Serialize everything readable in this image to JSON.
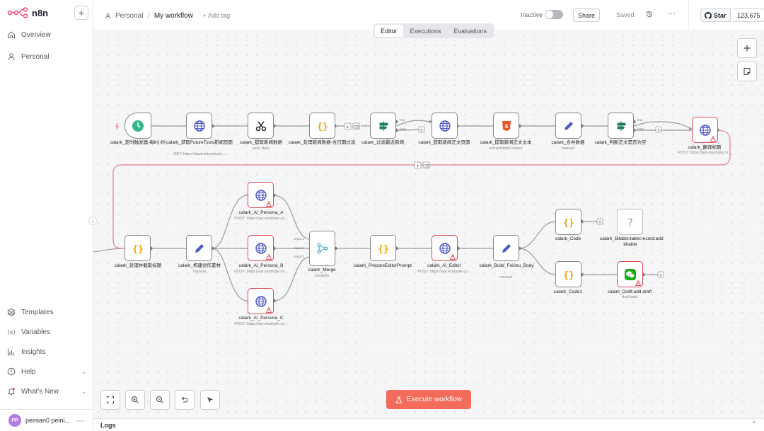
{
  "sidebar": {
    "brand": "n8n",
    "add_label": "+",
    "nav_top": [
      {
        "label": "Overview",
        "icon": "home-icon"
      },
      {
        "label": "Personal",
        "icon": "user-icon"
      }
    ],
    "nav_bottom": [
      {
        "label": "Templates",
        "icon": "templates-icon"
      },
      {
        "label": "Variables",
        "icon": "variables-icon"
      },
      {
        "label": "Insights",
        "icon": "insights-icon"
      },
      {
        "label": "Help",
        "icon": "help-icon"
      },
      {
        "label": "What's New",
        "icon": "bell-icon"
      }
    ],
    "user": {
      "initials": "PP",
      "name": "peinian0 peini...",
      "more": "···"
    }
  },
  "header": {
    "breadcrumb_project": "Personal",
    "breadcrumb_sep": "/",
    "workflow_name": "My workflow",
    "add_tag": "+ Add tag",
    "inactive_label": "Inactive",
    "share_label": "Share",
    "saved_label": "Saved",
    "more": "···",
    "github_star_label": "Star",
    "github_star_count": "123,675"
  },
  "tabs": [
    {
      "label": "Editor",
      "active": true
    },
    {
      "label": "Executions",
      "active": false
    },
    {
      "label": "Evaluations",
      "active": false
    }
  ],
  "nodes": [
    {
      "label": "calark_定时触发器-每8小时",
      "sub": "",
      "icon": "clock-icon"
    },
    {
      "label": "calark_获取FutureTools新闻页面",
      "sub": "GET: https://www.futuretools...",
      "icon": "globe-icon"
    },
    {
      "label": "calark_提取新闻数据",
      "sub": "json: data",
      "icon": "scissors-icon"
    },
    {
      "label": "calark_处理新闻数据-含日期过滤",
      "sub": "",
      "icon": "code-icon"
    },
    {
      "label": "calark_过滤最近新闻",
      "sub": "",
      "icon": "filter-icon"
    },
    {
      "label": "calark_获取新闻正文页面",
      "sub": "",
      "icon": "globe-icon"
    },
    {
      "label": "calark_提取新闻正文文本",
      "sub": "extractHtmlContent",
      "icon": "html-icon"
    },
    {
      "label": "calark_合并数据",
      "sub": "manual",
      "icon": "pen-icon"
    },
    {
      "label": "calark_判断正文是否为空",
      "sub": "",
      "icon": "filter-icon"
    },
    {
      "label": "calark_翻译标题",
      "sub": "POST: https://api.example.co...",
      "icon": "globe-icon"
    },
    {
      "label": "calark_处理并截取标题",
      "sub": "",
      "icon": "code-icon"
    },
    {
      "label": "calark_构建创作素材",
      "sub": "manual",
      "icon": "pen-icon"
    },
    {
      "label": "calark_AI_Persona_A",
      "sub": "POST: https://api.example.co...",
      "icon": "globe-icon"
    },
    {
      "label": "calark_AI_Persona_B",
      "sub": "POST: https://api.example.co...",
      "icon": "globe-icon"
    },
    {
      "label": "calark_AI_Persona_C",
      "sub": "POST: https://api.example.co...",
      "icon": "globe-icon"
    },
    {
      "label": "calark_Merge",
      "sub": "combine",
      "icon": "merge-icon"
    },
    {
      "label": "calark_PrepareEditorPrompt",
      "sub": "",
      "icon": "code-icon"
    },
    {
      "label": "calark_AI_Editor",
      "sub": "POST: https://api.example.co...",
      "icon": "globe-icon"
    },
    {
      "label": "calark_Build_Feishu_Body",
      "sub": "manual",
      "icon": "pen-icon"
    },
    {
      "label": "calark_Code",
      "sub": "",
      "icon": "code-icon"
    },
    {
      "label": "calark_Bitable:table:record:add bitable",
      "sub": "",
      "icon": "question-icon"
    },
    {
      "label": "calark_Code1",
      "sub": "",
      "icon": "code-icon"
    },
    {
      "label": "calark_Draft:add draft",
      "sub": "draft:add",
      "icon": "wechat-icon"
    }
  ],
  "ports": {
    "true": "true",
    "false": "false",
    "input1": "Input 1",
    "input2": "Input 2",
    "input3": "Input 3"
  },
  "execute_label": "Execute workflow",
  "logs_label": "Logs",
  "colors": {
    "accent": "#f26b5b",
    "error": "#d94a55",
    "brand_icon": "#ea4b71"
  }
}
